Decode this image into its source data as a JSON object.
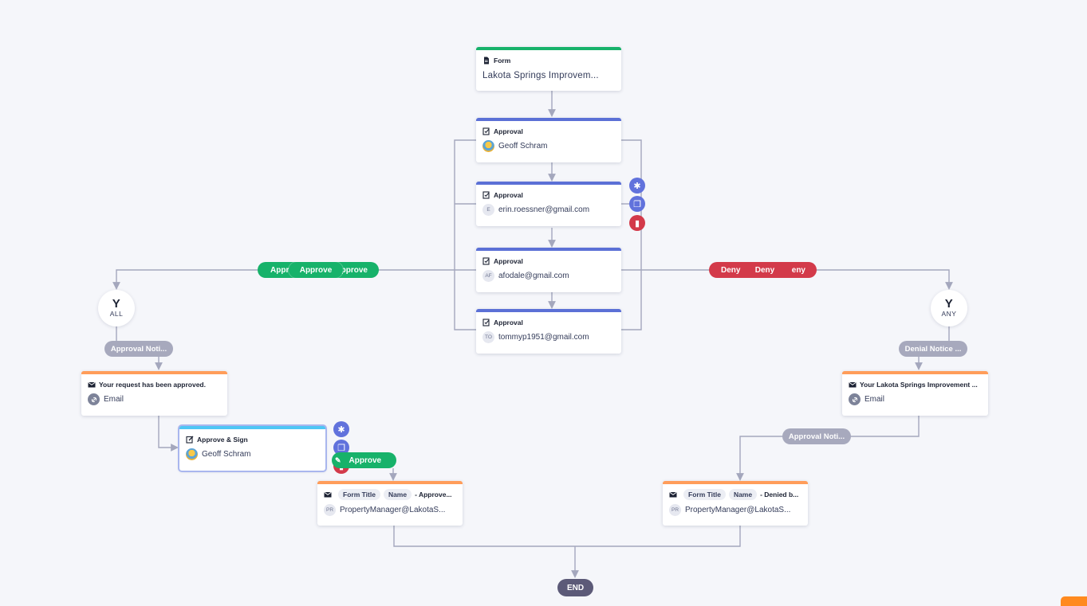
{
  "flow": {
    "form": {
      "type": "Form",
      "title": "Lakota Springs Improvem..."
    },
    "approvals": [
      {
        "type": "Approval",
        "assignee": "Geoff Schram",
        "avatar": ""
      },
      {
        "type": "Approval",
        "assignee": "erin.roessner@gmail.com",
        "avatar": "E"
      },
      {
        "type": "Approval",
        "assignee": "afodale@gmail.com",
        "avatar": "AF"
      },
      {
        "type": "Approval",
        "assignee": "tommyp1951@gmail.com",
        "avatar": "TO"
      }
    ],
    "approve_label_left": "Appr",
    "approve_label": "Approve",
    "approve_label_right": "pprove",
    "deny_label": "Deny",
    "deny_label_right": "eny",
    "merge_all": {
      "glyph": "Y",
      "label": "ALL"
    },
    "merge_any": {
      "glyph": "Y",
      "label": "ANY"
    },
    "approval_notice_pill": "Approval Noti...",
    "denial_notice_pill": "Denial Notice ...",
    "approval_notice_pill_2": "Approval Noti...",
    "email_approved": {
      "title": "Your request has been approved.",
      "channel": "Email"
    },
    "email_denied": {
      "title": "Your Lakota Springs Improvement ...",
      "channel": "Email"
    },
    "approve_sign": {
      "type": "Approve & Sign",
      "assignee": "Geoff Schram"
    },
    "approve_sign_pill": "Approve",
    "email_pm_approved": {
      "chip1": "Form Title",
      "chip2": "Name",
      "suffix": "- Approve...",
      "avatar": "PR",
      "recipient": "PropertyManager@LakotaS..."
    },
    "email_pm_denied": {
      "chip1": "Form Title",
      "chip2": "Name",
      "suffix": "- Denied b...",
      "avatar": "PR",
      "recipient": "PropertyManager@LakotaS..."
    },
    "end_label": "END"
  },
  "colors": {
    "green": "#17b26a",
    "blue": "#5b70d6",
    "orange": "#ff9d5a",
    "red": "#d33a4a",
    "connector": "#a4a7bd"
  },
  "icons": {
    "form": "document-icon",
    "approval": "approval-icon",
    "email": "envelope-icon",
    "sign": "sign-icon",
    "settings": "gear-icon",
    "duplicate": "copy-icon",
    "delete": "trash-icon"
  }
}
